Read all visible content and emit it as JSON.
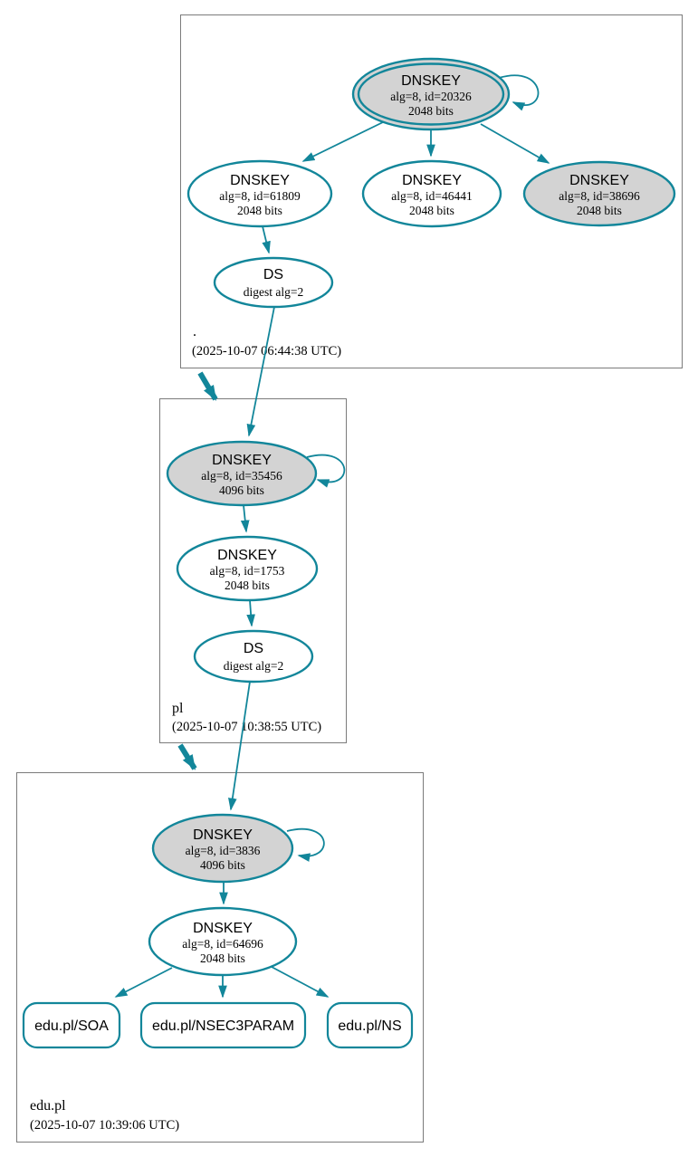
{
  "colors": {
    "edge_teal": "#12869A",
    "ksk_fill_gray": "#D3D3D3",
    "node_fill_white": "#FFFFFF",
    "zone_border_gray": "#7B7B7B",
    "text": "#000000"
  },
  "zones": [
    {
      "label": ".",
      "timestamp": "(2025-10-07 06:44:38 UTC)",
      "nodes": {
        "ksk": {
          "title": "DNSKEY",
          "detail1": "alg=8, id=20326",
          "detail2": "2048 bits"
        },
        "zsk1": {
          "title": "DNSKEY",
          "detail1": "alg=8, id=61809",
          "detail2": "2048 bits"
        },
        "zsk2": {
          "title": "DNSKEY",
          "detail1": "alg=8, id=46441",
          "detail2": "2048 bits"
        },
        "key3": {
          "title": "DNSKEY",
          "detail1": "alg=8, id=38696",
          "detail2": "2048 bits"
        },
        "ds": {
          "title": "DS",
          "detail1": "digest alg=2"
        }
      }
    },
    {
      "label": "pl",
      "timestamp": "(2025-10-07 10:38:55 UTC)",
      "nodes": {
        "ksk": {
          "title": "DNSKEY",
          "detail1": "alg=8, id=35456",
          "detail2": "4096 bits"
        },
        "zsk": {
          "title": "DNSKEY",
          "detail1": "alg=8, id=1753",
          "detail2": "2048 bits"
        },
        "ds": {
          "title": "DS",
          "detail1": "digest alg=2"
        }
      }
    },
    {
      "label": "edu.pl",
      "timestamp": "(2025-10-07 10:39:06 UTC)",
      "nodes": {
        "ksk": {
          "title": "DNSKEY",
          "detail1": "alg=8, id=3836",
          "detail2": "4096 bits"
        },
        "zsk": {
          "title": "DNSKEY",
          "detail1": "alg=8, id=64696",
          "detail2": "2048 bits"
        }
      },
      "rrsets": [
        "edu.pl/SOA",
        "edu.pl/NSEC3PARAM",
        "edu.pl/NS"
      ]
    }
  ]
}
